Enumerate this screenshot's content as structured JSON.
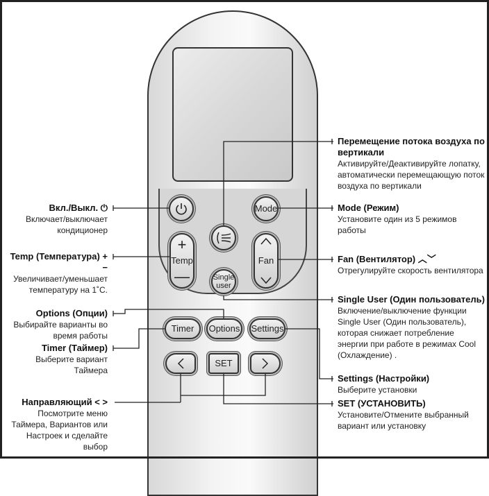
{
  "buttons": {
    "mode": "Mode",
    "temp": "Temp",
    "fan": "Fan",
    "single": "Single user",
    "timer": "Timer",
    "options": "Options",
    "settings": "Settings",
    "set": "SET"
  },
  "labels": {
    "airflow": {
      "title": "Перемещение потока воздуха по вертикали",
      "desc": "Активируйте/Деактивируйте лопатку, автоматически перемещающую поток воздуха по вертикали"
    },
    "mode": {
      "title": "Mode (Режим)",
      "desc": "Установите один из 5 режимов работы"
    },
    "fan": {
      "title": "Fan (Вентилятор)",
      "desc": "Отрегулируйте скорость вентилятора"
    },
    "single": {
      "title": "Single User (Один пользователь)",
      "desc": "Включение/выключение функции Single User (Один пользователь), которая снижает потребление энергии при работе в режимах Cool (Охлаждение) ."
    },
    "settings": {
      "title": "Settings (Настройки)",
      "desc": "Выберите установки"
    },
    "set": {
      "title": "SET (УСТАНОВИТЬ)",
      "desc": "Установите/Отмените выбранный вариант или установку"
    },
    "power": {
      "title": "Вкл./Выкл.",
      "desc": "Включает/выключает кондиционер"
    },
    "temp": {
      "title": "Temp (Температура) + −",
      "desc": "Увеличивает/уменьшает температуру на 1˚C."
    },
    "options": {
      "title": "Options (Опции)",
      "desc": "Выбирайте варианты во время работы"
    },
    "timer": {
      "title": "Timer (Таймер)",
      "desc": "Выберите вариант Таймера"
    },
    "nav": {
      "title": "Направляющий < >",
      "desc": "Посмотрите меню Таймера, Вариантов или Настроек и сделайте выбор"
    }
  }
}
